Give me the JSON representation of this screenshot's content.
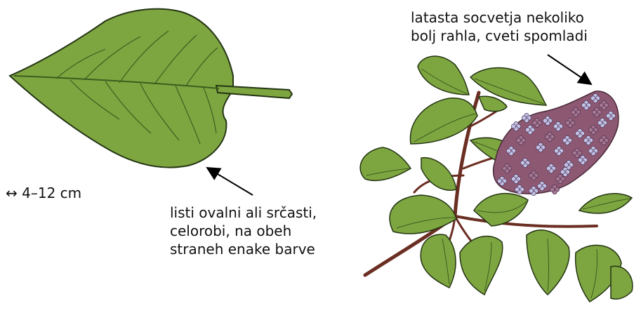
{
  "labels": {
    "size": "↔ 4–12 cm",
    "leaf_note": [
      "listi ovalni ali srčasti,",
      "celorobi, na obeh",
      "straneh enake barve"
    ],
    "flower_note": [
      "latasta socvetja nekoliko",
      "bolj rahla, cveti spomladi"
    ]
  },
  "colors": {
    "leaf_fill": "#7ea640",
    "leaf_stroke": "#243514",
    "vein": "#3d5c1f",
    "stem": "#6b2e22",
    "flower_dark": "#8d5872",
    "flower_light": "#c2c0e4"
  }
}
